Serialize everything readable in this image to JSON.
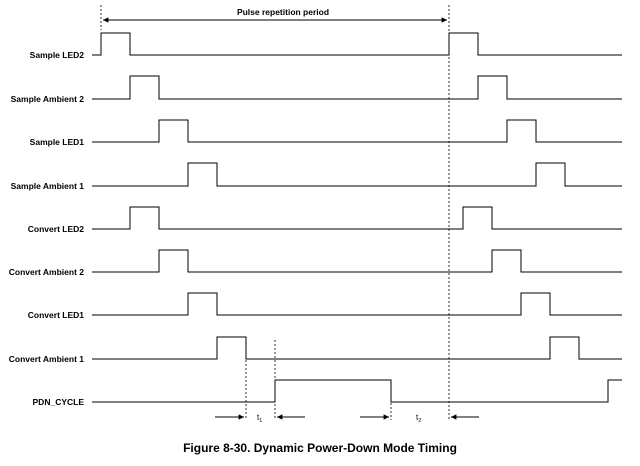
{
  "figure": {
    "caption": "Figure 8-30. Dynamic Power-Down Mode Timing",
    "period_label": "Pulse repetition period",
    "interval_1": {
      "main": "t",
      "sub": "1"
    },
    "interval_2": {
      "main": "t",
      "sub": "2"
    }
  },
  "signals": [
    {
      "name": "Sample LED2"
    },
    {
      "name": "Sample Ambient 2"
    },
    {
      "name": "Sample LED1"
    },
    {
      "name": "Sample Ambient 1"
    },
    {
      "name": "Convert LED2"
    },
    {
      "name": "Convert Ambient 2"
    },
    {
      "name": "Convert LED1"
    },
    {
      "name": "Convert Ambient 1"
    },
    {
      "name": "PDN_CYCLE"
    }
  ]
}
